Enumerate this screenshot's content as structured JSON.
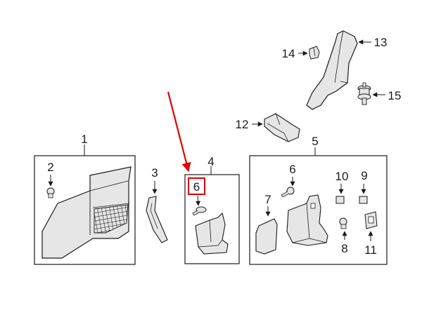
{
  "colors": {
    "line": "#1a1a1a",
    "part_fill": "#e6e6e6",
    "highlight": "#e00000",
    "background": "#ffffff"
  },
  "callouts": {
    "n1": "1",
    "n2": "2",
    "n3": "3",
    "n4": "4",
    "n5": "5",
    "n6a": "6",
    "n6b": "6",
    "n7": "7",
    "n8": "8",
    "n9": "9",
    "n10": "10",
    "n11": "11",
    "n12": "12",
    "n13": "13",
    "n14": "14",
    "n15": "15"
  }
}
